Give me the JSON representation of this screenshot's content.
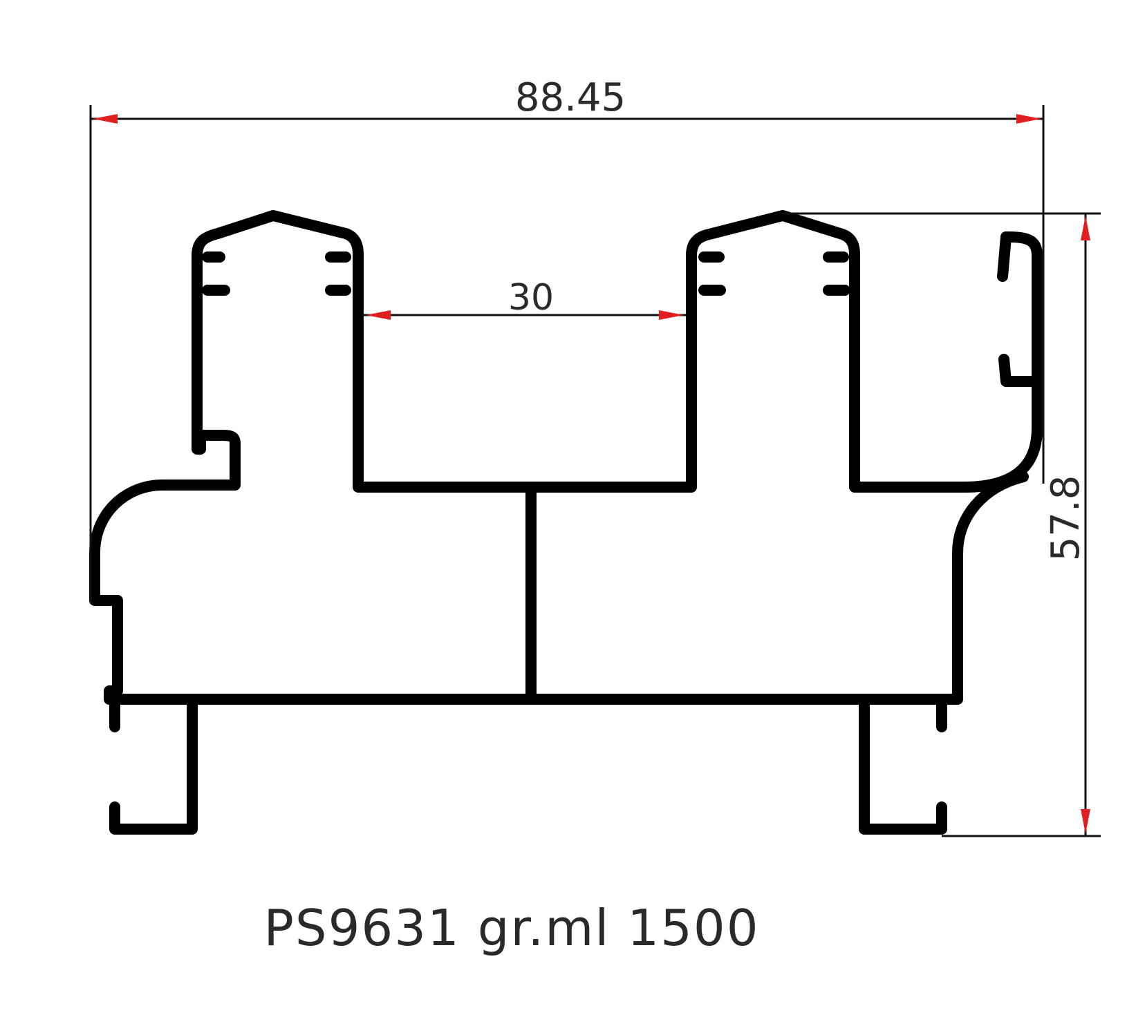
{
  "dimensions": {
    "overall_width": "88.45",
    "channel_gap": "30",
    "overall_height": "57.8"
  },
  "caption": "PS9631 gr.ml 1500",
  "colors": {
    "profile": "#000000",
    "dimension_line": "#111111",
    "arrow": "#e02020",
    "text": "#2a2a2a",
    "background": "#ffffff"
  }
}
